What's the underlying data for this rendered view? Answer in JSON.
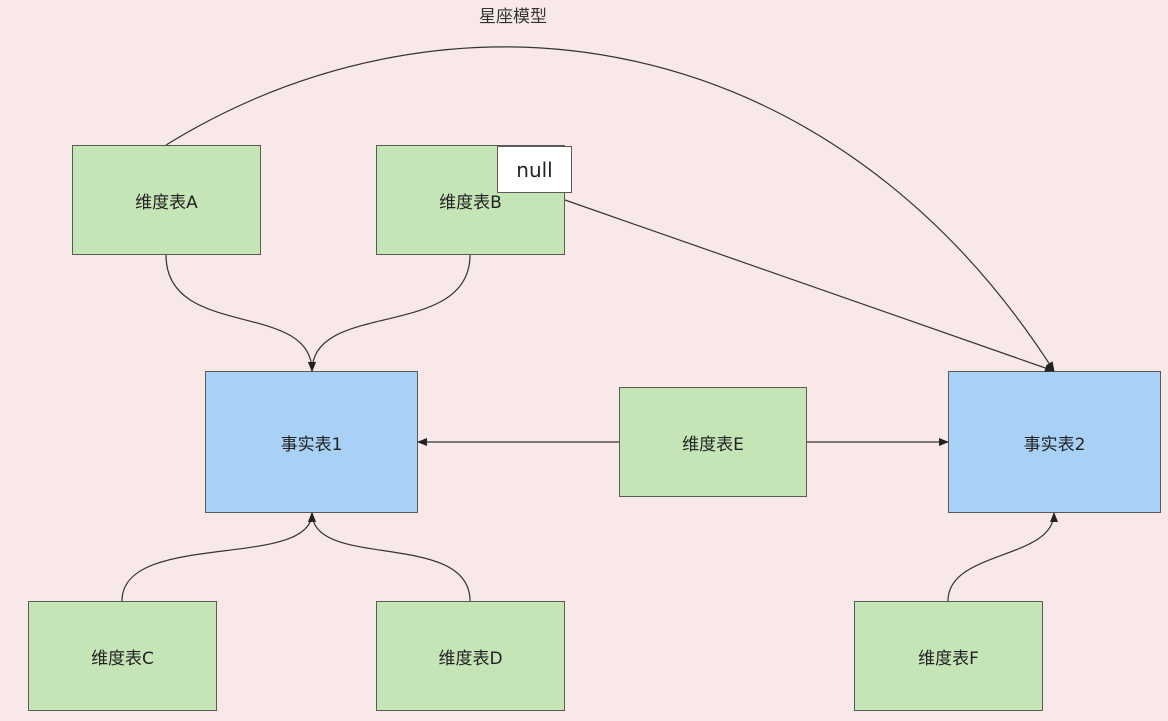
{
  "title": "星座模型",
  "tooltip": "null",
  "nodes": {
    "dim_a": "维度表A",
    "dim_b": "维度表B",
    "dim_c": "维度表C",
    "dim_d": "维度表D",
    "dim_e": "维度表E",
    "dim_f": "维度表F",
    "fact_1": "事实表1",
    "fact_2": "事实表2"
  },
  "colors": {
    "background": "#f9e8e8",
    "dimension_fill": "#c6e5b6",
    "fact_fill": "#a9d1f6",
    "edge": "#333333"
  },
  "edges": [
    {
      "from": "维度表A",
      "to": "事实表1"
    },
    {
      "from": "维度表B",
      "to": "事实表1"
    },
    {
      "from": "维度表C",
      "to": "事实表1"
    },
    {
      "from": "维度表D",
      "to": "事实表1"
    },
    {
      "from": "维度表E",
      "to": "事实表1"
    },
    {
      "from": "维度表E",
      "to": "事实表2"
    },
    {
      "from": "维度表A",
      "to": "事实表2"
    },
    {
      "from": "维度表B",
      "to": "事实表2"
    },
    {
      "from": "维度表F",
      "to": "事实表2"
    }
  ]
}
